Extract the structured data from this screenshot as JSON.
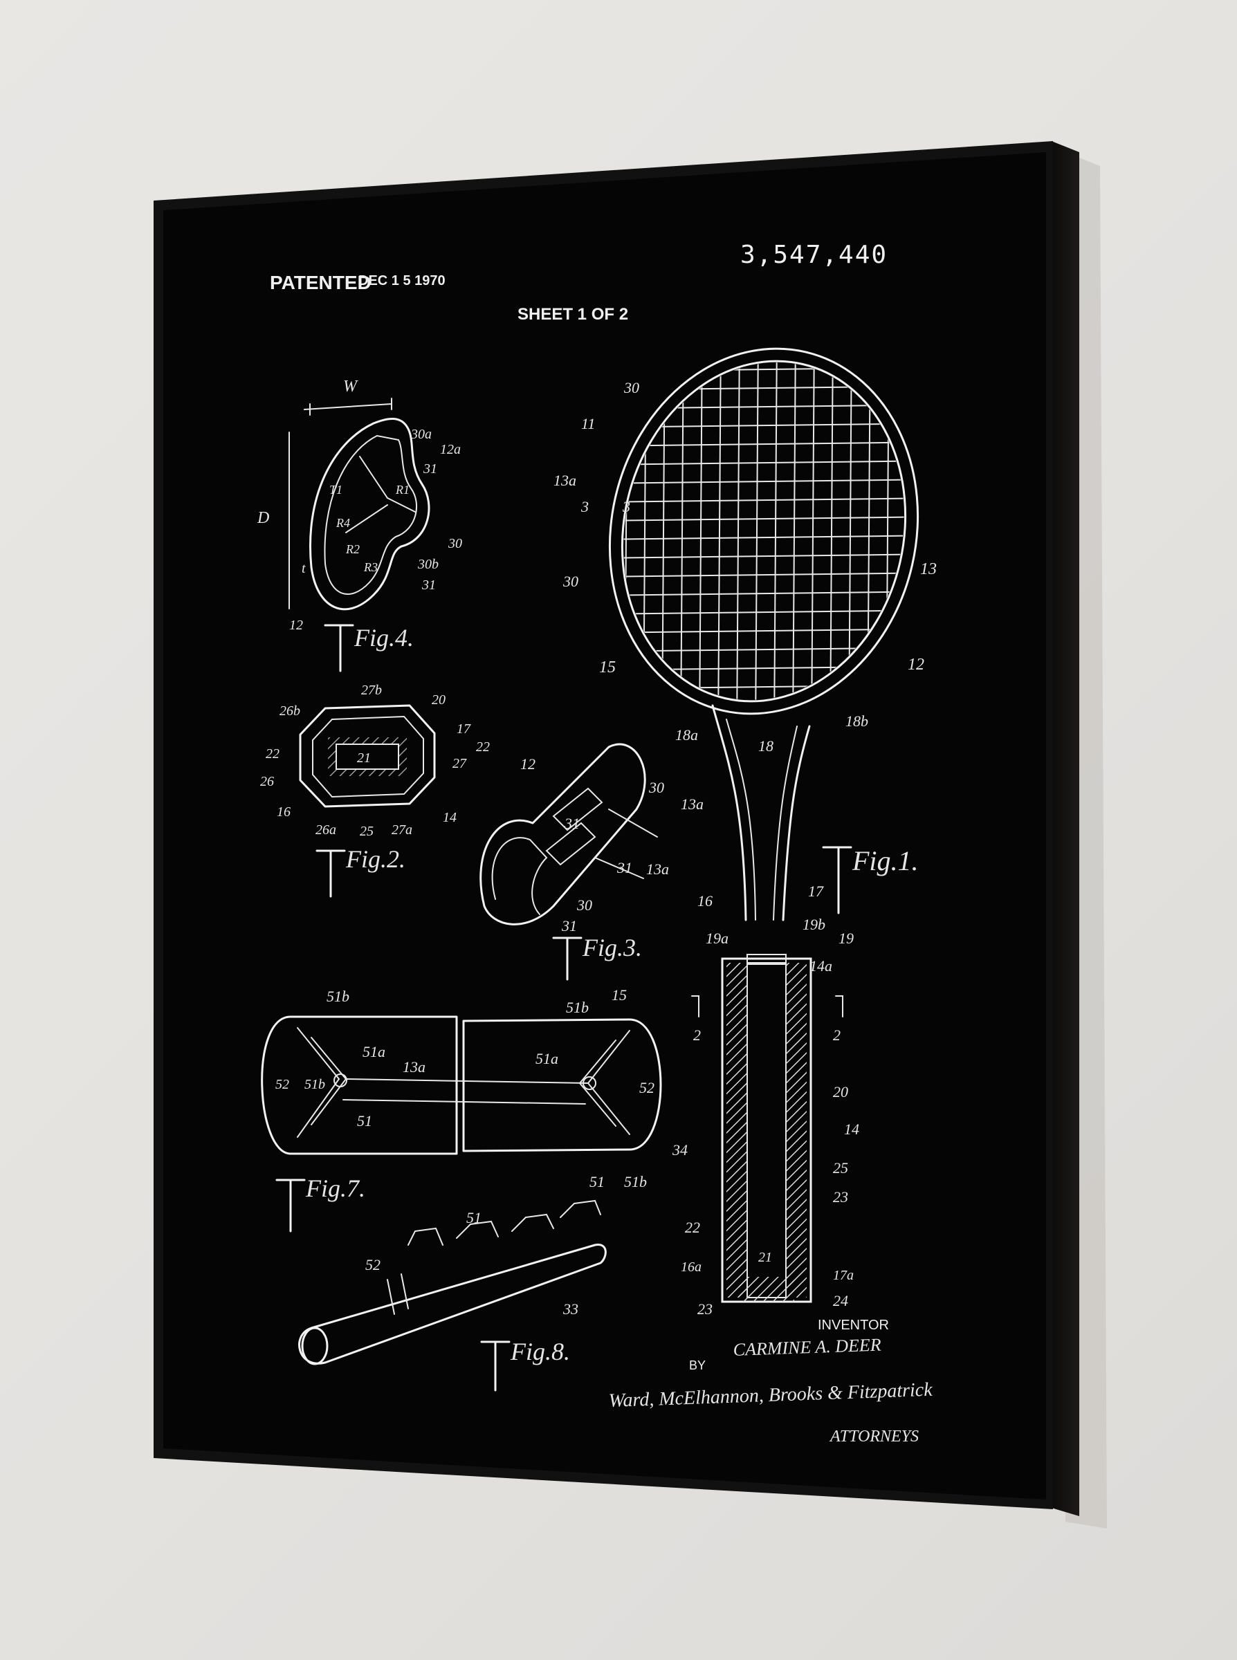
{
  "poster": {
    "patented": "PATENTED",
    "patent_date": "DEC 1 5 1970",
    "patent_number": "3,547,440",
    "sheet": "SHEET 1 OF 2",
    "figures": {
      "fig1": "Fig.1.",
      "fig2": "Fig.2.",
      "fig3": "Fig.3.",
      "fig4": "Fig.4.",
      "fig7": "Fig.7.",
      "fig8": "Fig.8."
    },
    "inventor_label": "INVENTOR",
    "inventor_name": "CARMINE A. DEER",
    "by": "BY",
    "attorneys_signature": "Ward, McElhannon, Brooks & Fitzpatrick",
    "attorneys_label": "ATTORNEYS",
    "refs": {
      "r30": "30",
      "r11": "11",
      "r13a": "13a",
      "r3": "3",
      "r13": "13",
      "r12": "12",
      "r15": "15",
      "r18a": "18a",
      "r18": "18",
      "r18b": "18b",
      "r17": "17",
      "r16": "16",
      "r19a": "19a",
      "r19b": "19b",
      "r19": "19",
      "r14a": "14a",
      "r2": "2",
      "r20": "20",
      "r14": "14",
      "r25": "25",
      "r23": "23",
      "r22": "22",
      "r16a": "16a",
      "r21": "21",
      "r17a": "17a",
      "r24": "24",
      "W": "W",
      "D": "D",
      "r30a": "30a",
      "r12a": "12a",
      "r31": "31",
      "r30b": "30b",
      "T1": "T1",
      "R1": "R1",
      "R4": "R4",
      "R2": "R2",
      "R3": "R3",
      "t": "t",
      "r27b": "27b",
      "r26b": "26b",
      "r27": "27",
      "r26": "26",
      "r26a": "26a",
      "r27a": "27a",
      "r51b": "51b",
      "r51a": "51a",
      "r52": "52",
      "r51": "51",
      "r34": "34",
      "r33": "33"
    }
  }
}
